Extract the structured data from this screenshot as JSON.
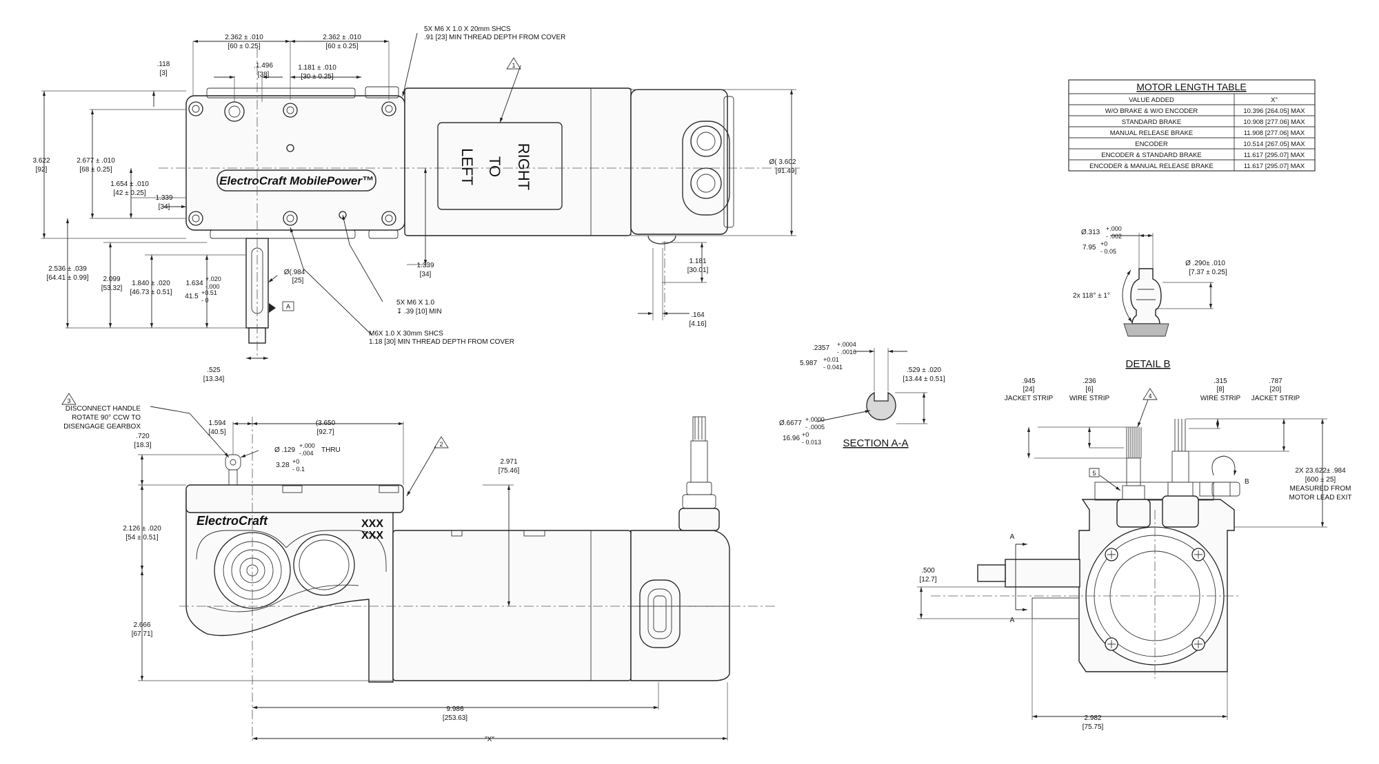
{
  "top_view": {
    "dims": {
      "d2362a": "2.362 ± .010",
      "d2362a_mm": "[60 ± 0.25]",
      "d2362b": "2.362 ± .010",
      "d2362b_mm": "[60 ± 0.25]",
      "d1496": ".1.496",
      "d1496_mm": "[38]",
      "d1181": "1.181 ± .010",
      "d1181_mm": "[30 ± 0.25]",
      "d118": ".118",
      "d118_mm": "[3]",
      "d3622": "3.622",
      "d3622_mm": "[92]",
      "d2677": "2.677 ± .010",
      "d2677_mm": "[68 ± 0.25]",
      "d1654": "1.654 ± .010",
      "d1654_mm": "[42 ± 0.25]",
      "d1339a": "1.339",
      "d1339a_mm": "[34]",
      "d2536": "2.536 ± .039",
      "d2536_mm": "[64.41 ± 0.99]",
      "d2099": "2.099",
      "d2099_mm": "[53.32]",
      "d1840": "1.840 ± .020",
      "d1840_mm": "[46.73 ± 0.51]",
      "d1634": "1.634",
      "d1634_tol_plus": "+.020",
      "d1634_tol_minus": "-.000",
      "d1634_mm": "41.5",
      "d1634_mm_plus": "+0.51",
      "d1634_mm_minus": "- 0",
      "d984": "Ø(.984",
      "d984_mm": "[25]",
      "d1339b": "1.339",
      "d1339b_mm": "[34]",
      "d1181b": "1.181",
      "d1181b_mm": "[30.01]",
      "d164": ".164",
      "d164_mm": "[4.16]",
      "d3602": "Ø( 3.602",
      "d3602_mm": "[91.49]",
      "d525": ".525",
      "d525_mm": "[13.34]",
      "datum_a": "A",
      "note1_l1": "5X M6 X 1.0 X 20mm SHCS",
      "note1_l2": ".91 [23] MIN THREAD DEPTH FROM COVER",
      "note2_l1": "5X M6 X 1.0",
      "note2_l2": "↧ .39 [10] MIN",
      "note3_l1": "M6X 1.0 X 30mm SHCS",
      "note3_l2": "1.18 [30] MIN THREAD DEPTH FROM COVER",
      "flag1": "1"
    },
    "logo_text": "ElectroCraft MobilePower™",
    "label_lines": [
      "LEFT",
      "TO",
      "RIGHT"
    ]
  },
  "front_view": {
    "note3_flag": "3",
    "disconnect_l1": "DISCONNECT HANDLE",
    "disconnect_l2": "ROTATE 90° CCW TO",
    "disconnect_l3": "DISENGAGE GEARBOX",
    "d1594": "1.594",
    "d1594_mm": "[40.5]",
    "d3650": "(3.650",
    "d3650_mm": "[92.7]",
    "d720": ".720",
    "d720_mm": "[18.3]",
    "d129": "Ø .129",
    "d129_plus": "+.000",
    "d129_minus": "-.004",
    "d129_thru": "THRU",
    "d129_mm": "3.28",
    "d129_mm_plus": "+0",
    "d129_mm_minus": "- 0.1",
    "d2126": "2.126 ± .020",
    "d2126_mm": "[54 ± 0.51]",
    "d2666": "2.666",
    "d2666_mm": "[67.71]",
    "d2971": "2.971",
    "d2971_mm": "[75.46]",
    "d9986": "9.986",
    "d9986_mm": "[253.63]",
    "dX": "\"X\"",
    "flag2": "2",
    "logo_text": "ElectroCraft",
    "xxx1": "XXX",
    "xxx2": "XXX"
  },
  "section_aa": {
    "title": "SECTION A-A",
    "d2357": ".2357",
    "d2357_plus": "+.0004",
    "d2357_minus": "- .0016",
    "d2357_mm": "5.987",
    "d2357_mm_plus": "+0.01",
    "d2357_mm_minus": "- 0.041",
    "d529": ".529 ± .020",
    "d529_mm": "[13.44 ± 0.51]",
    "d6677": "Ø.6677",
    "d6677_plus": "+.0000",
    "d6677_minus": "- .0005",
    "d6677_mm": "16.96",
    "d6677_mm_plus": "+0",
    "d6677_mm_minus": "- 0.013"
  },
  "detail_b": {
    "title": "DETAIL  B",
    "d313": "Ø.313",
    "d313_plus": "+.000",
    "d313_minus": "- .002",
    "d313_mm": "7.95",
    "d313_mm_plus": "+0",
    "d313_mm_minus": "- 0.05",
    "d290": "Ø .290± .010",
    "d290_mm": "[7.37 ± 0.25]",
    "angle": "2x 118° ± 1°"
  },
  "side_view": {
    "d945": ".945",
    "d945_mm": "[24]",
    "jacket1": "JACKET STRIP",
    "d236": ".236",
    "d236_mm": "[6]",
    "wire1": "WIRE STRIP",
    "flag4": "4",
    "d315": ".315",
    "d315_mm": "[8]",
    "wire2": "WIRE STRIP",
    "d787": ".787",
    "d787_mm": "[20]",
    "jacket2": "JACKET STRIP",
    "lead_l1": "2X 23.622± .984",
    "lead_l2": "[600 ± 25]",
    "lead_l3": "MEASURED FROM",
    "lead_l4": "MOTOR LEAD EXIT",
    "flag5": "5",
    "b_label": "B",
    "a_top": "A",
    "a_bottom": "A",
    "d500": ".500",
    "d500_mm": "[12.7]",
    "d2982": "2.982",
    "d2982_mm": "[75.75]"
  },
  "motor_table": {
    "title": "MOTOR LENGTH TABLE",
    "headers": [
      "VALUE ADDED",
      "X\""
    ],
    "rows": [
      [
        "W/O BRAKE & W/O ENCODER",
        "10.396 [264.05] MAX"
      ],
      [
        "STANDARD BRAKE",
        "10.908 [277.06] MAX"
      ],
      [
        "MANUAL RELEASE BRAKE",
        "11.908 [277.06] MAX"
      ],
      [
        "ENCODER",
        "10.514 [267.05] MAX"
      ],
      [
        "ENCODER & STANDARD BRAKE",
        "11.617 [295.07] MAX"
      ],
      [
        "ENCODER & MANUAL RELEASE BRAKE",
        "11.617 [295.07] MAX"
      ]
    ]
  }
}
